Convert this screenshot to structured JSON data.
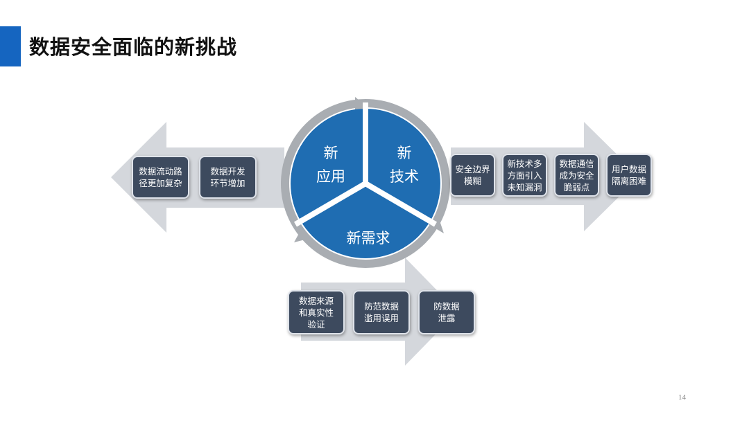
{
  "title": "数据安全面临的新挑战",
  "center_segments": {
    "app": "新\n应用",
    "tech": "新\n技术",
    "demand": "新需求"
  },
  "left_arrow": {
    "boxes": [
      "数据流动路\n径更加复杂",
      "数据开发\n环节增加"
    ]
  },
  "right_arrow": {
    "boxes": [
      "安全边界\n模糊",
      "新技术多\n方面引入\n未知漏洞",
      "数据通信\n成为安全\n脆弱点",
      "用户数据\n隔离困难"
    ]
  },
  "bottom_arrow": {
    "boxes": [
      "数据来源\n和真实性\n验证",
      "防范数据\n滥用误用",
      "防数据\n泄露"
    ]
  },
  "page_number": "14",
  "colors": {
    "accent": "#1565c0",
    "segment_fill": "#1f6db2",
    "box_fill": "#3d4a5e",
    "arrow_fill": "#d4d7dc",
    "ring": "#a9adb2"
  }
}
